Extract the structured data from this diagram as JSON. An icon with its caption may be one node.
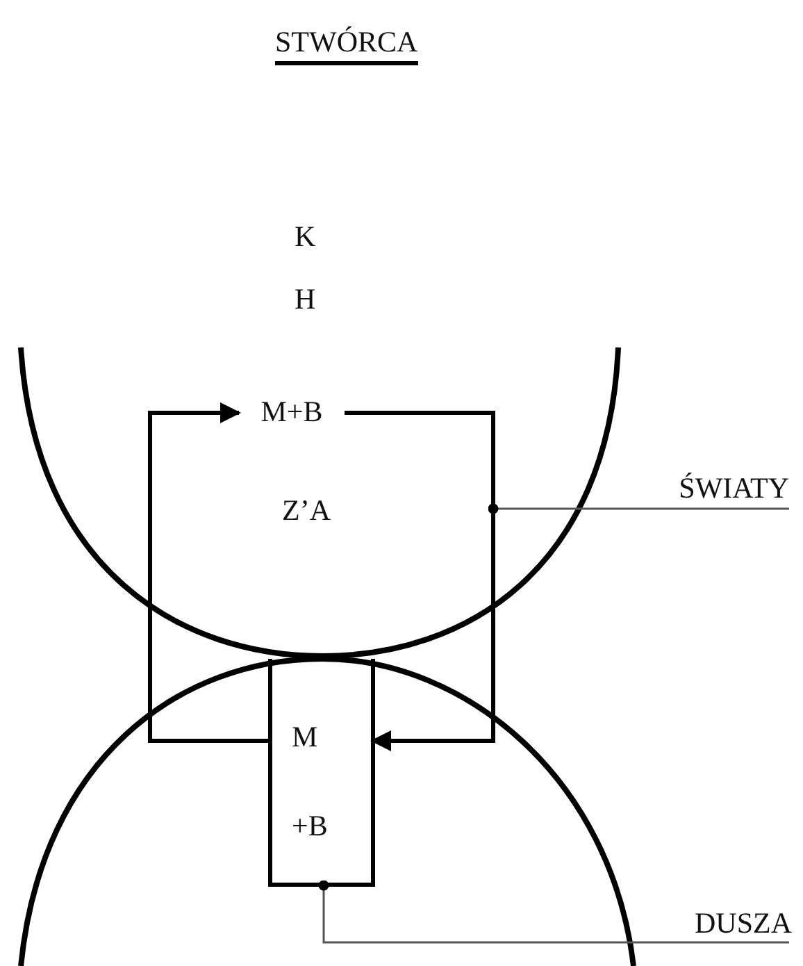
{
  "diagram": {
    "title": "STWÓRCA",
    "nodes": [
      {
        "text": [],
        "shape": "arc"
      },
      {
        "text": [],
        "shape": "arc"
      },
      {
        "text": [
          "M+B"
        ],
        "in": 0
      },
      {
        "text": [
          "M",
          "+B"
        ],
        "in": 1
      },
      {
        "text": [
          "ŚWIATY"
        ]
      },
      {
        "text": [
          "DUSZA"
        ]
      }
    ],
    "edges": [
      {
        "from": 2,
        "to": 3,
        "arrow": "to",
        "style": "thick"
      },
      {
        "from": 3,
        "to": 2,
        "arrow": "to",
        "style": "thick"
      },
      {
        "from": 4,
        "to": 0,
        "arrow": "other"
      },
      {
        "from": 5,
        "to": 3,
        "arrow": "other"
      }
    ],
    "labels": [
      "K",
      "H",
      "Z’A"
    ]
  }
}
